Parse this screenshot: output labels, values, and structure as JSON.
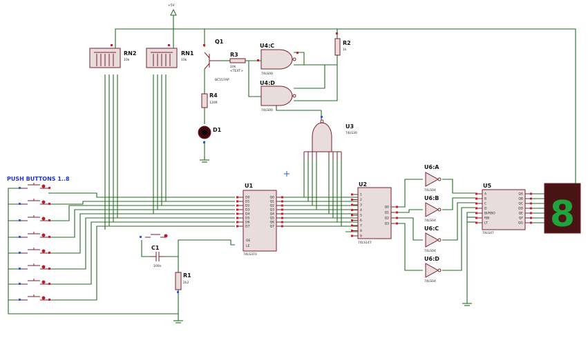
{
  "power": {
    "vcc_label": "+5V"
  },
  "labels": {
    "push_buttons": "PUSH BUTTONS 1..8"
  },
  "components": {
    "rn2": {
      "ref": "RN2",
      "value": "10k"
    },
    "rn1": {
      "ref": "RN1",
      "value": "10k"
    },
    "q1": {
      "ref": "Q1",
      "value": "BC557AP"
    },
    "r3": {
      "ref": "R3",
      "value": "10k",
      "note": "<TEXT>"
    },
    "r4": {
      "ref": "R4",
      "value": "120R"
    },
    "d1": {
      "ref": "D1"
    },
    "r2": {
      "ref": "R2",
      "value": "1k"
    },
    "u4c": {
      "ref": "U4:C",
      "value": "74LS00"
    },
    "u4d": {
      "ref": "U4:D",
      "value": "74LS00"
    },
    "u3": {
      "ref": "U3",
      "value": "74LS30"
    },
    "u1": {
      "ref": "U1",
      "value": "74LS373",
      "pins_left": [
        "D0",
        "D1",
        "D2",
        "D3",
        "D4",
        "D5",
        "D6",
        "D7"
      ],
      "pins_right": [
        "Q0",
        "Q1",
        "Q2",
        "Q3",
        "Q4",
        "Q5",
        "Q6",
        "Q7"
      ],
      "oe": "OE",
      "le": "LE"
    },
    "u2": {
      "ref": "U2",
      "value": "74LS147",
      "pins_left": [
        "1",
        "2",
        "3",
        "4",
        "5",
        "6",
        "7",
        "8",
        "9"
      ],
      "pins_right": [
        "Q0",
        "Q1",
        "Q2",
        "Q3"
      ]
    },
    "u6a": {
      "ref": "U6:A",
      "value": "74LS04"
    },
    "u6b": {
      "ref": "U6:B",
      "value": "74LS04"
    },
    "u6c": {
      "ref": "U6:C",
      "value": "74LS04"
    },
    "u6d": {
      "ref": "U6:D",
      "value": "74LS04"
    },
    "u5": {
      "ref": "U5",
      "value": "74LS47",
      "pins_left": [
        "A",
        "B",
        "C",
        "D",
        "BI/RBO",
        "RBI",
        "LT"
      ],
      "pins_right": [
        "QA",
        "QB",
        "QC",
        "QD",
        "QE",
        "QF",
        "QG"
      ]
    },
    "c1": {
      "ref": "C1",
      "value": "100n"
    },
    "r1": {
      "ref": "R1",
      "value": "2k2"
    },
    "display": {
      "digit": "8"
    }
  }
}
